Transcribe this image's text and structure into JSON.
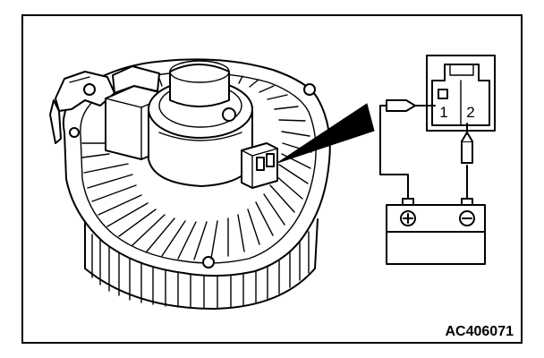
{
  "figure": {
    "code": "AC406071"
  },
  "connector": {
    "pin_1": "1",
    "pin_2": "2"
  },
  "battery": {
    "positive_symbol": "+",
    "negative_symbol": "−"
  }
}
